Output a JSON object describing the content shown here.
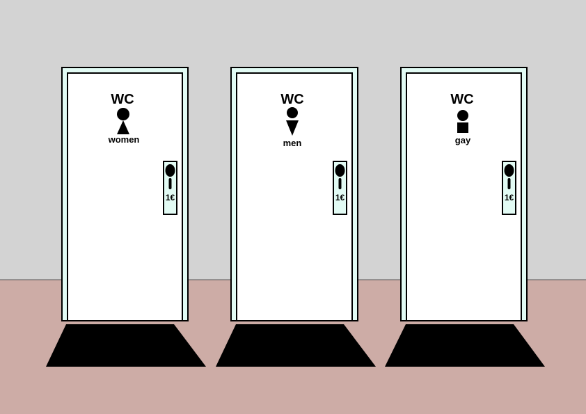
{
  "colors": {
    "wall": "#d3d3d3",
    "floor": "#cdaca6",
    "door_frame": "#e2fbf4",
    "door": "#ffffff",
    "mat": "#000000"
  },
  "doors": [
    {
      "wc": "WC",
      "label": "women",
      "symbol": "triangle-up",
      "price": "1€"
    },
    {
      "wc": "WC",
      "label": "men",
      "symbol": "triangle-down",
      "price": "1€"
    },
    {
      "wc": "WC",
      "label": "gay",
      "symbol": "square",
      "price": "1€"
    }
  ]
}
